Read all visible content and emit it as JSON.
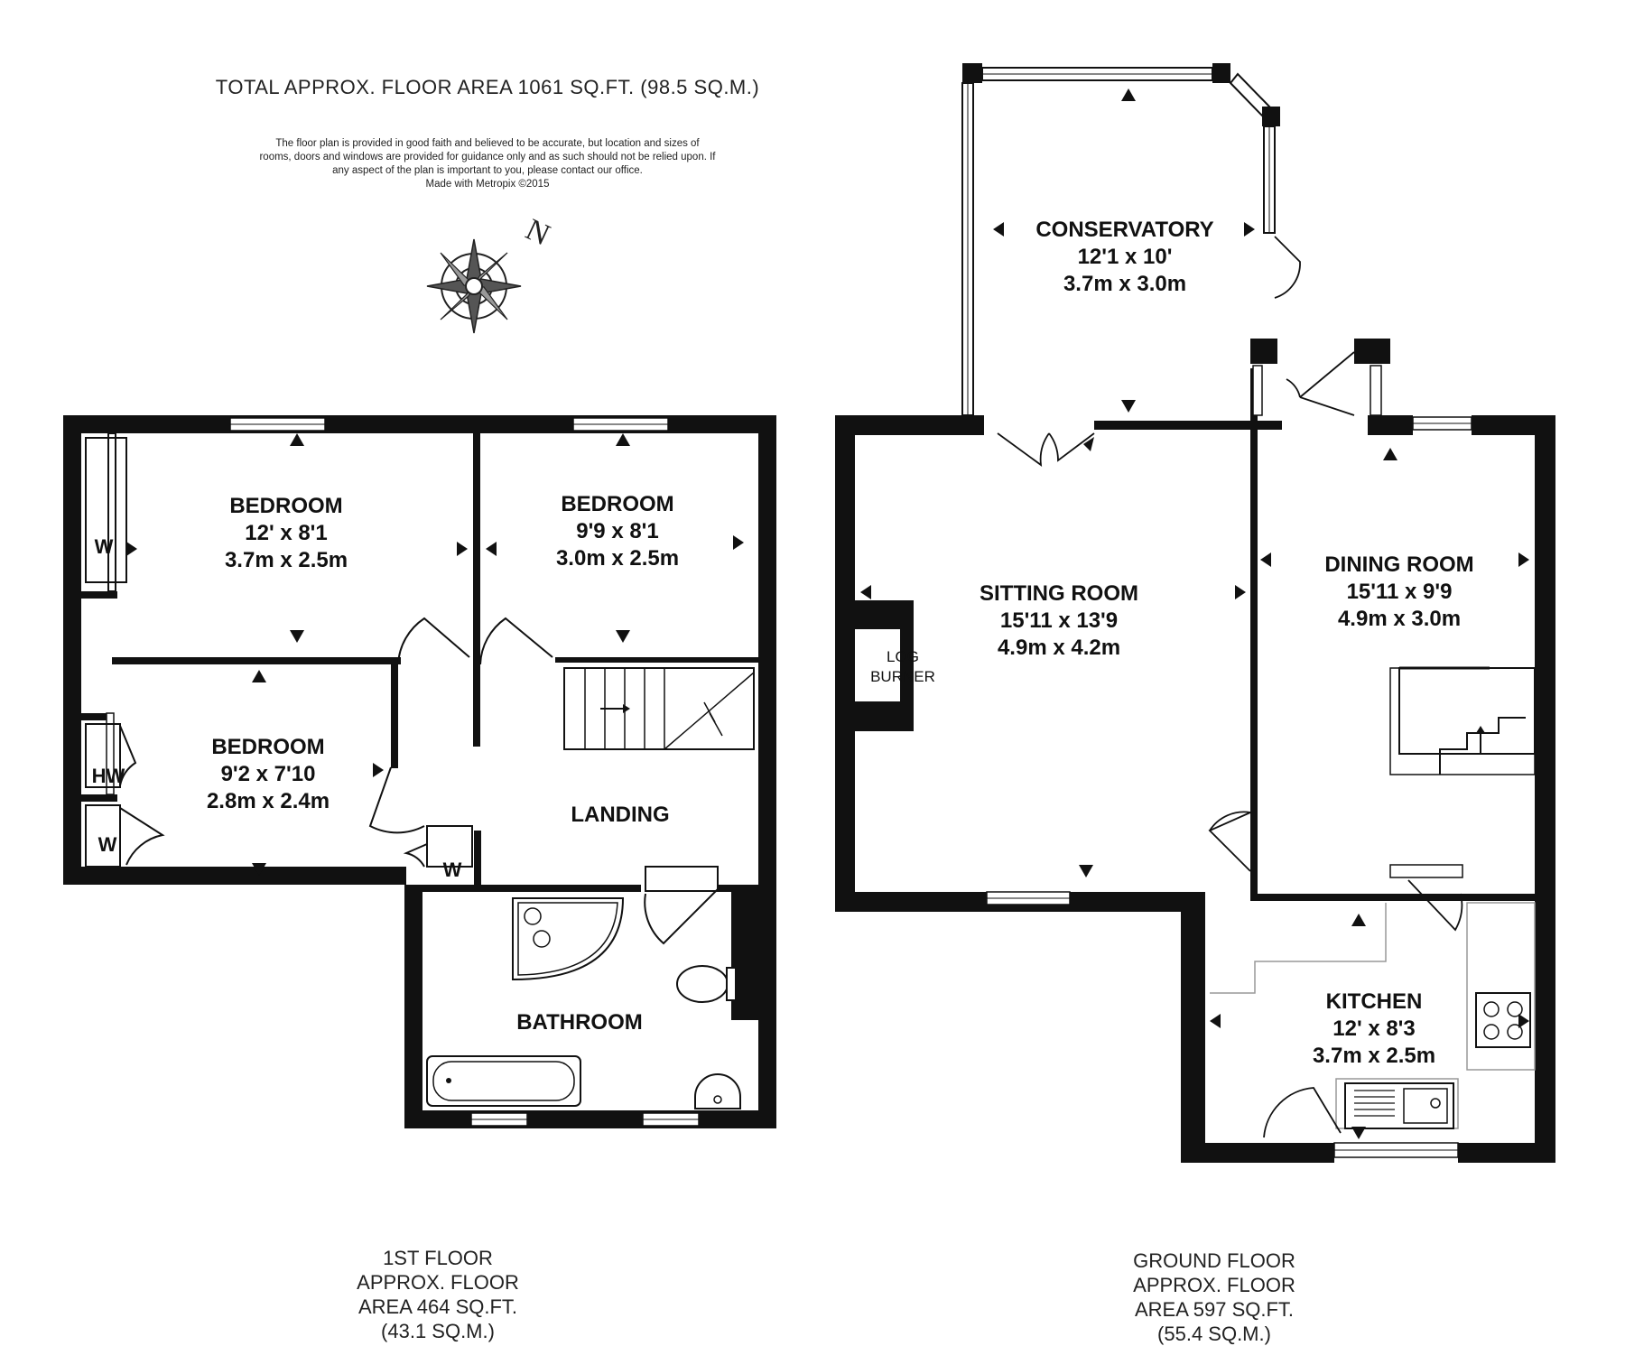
{
  "header": {
    "total_area": "TOTAL APPROX. FLOOR AREA 1061 SQ.FT. (98.5 SQ.M.)",
    "disclaimer": [
      "The floor plan is provided in good faith and believed to be accurate, but location and sizes of",
      "rooms, doors and windows are provided for guidance only and as such should not be relied upon. If",
      "any aspect of the plan is important to you, please contact our office.",
      "Made with Metropix ©2015"
    ],
    "compass_letter": "N"
  },
  "first_floor": {
    "rooms": {
      "bedroom1": {
        "name": "BEDROOM",
        "imperial": "12' x 8'1",
        "metric": "3.7m x 2.5m"
      },
      "bedroom2": {
        "name": "BEDROOM",
        "imperial": "9'9 x 8'1",
        "metric": "3.0m x 2.5m"
      },
      "bedroom3": {
        "name": "BEDROOM",
        "imperial": "9'2 x 7'10",
        "metric": "2.8m x 2.4m"
      },
      "landing": {
        "name": "LANDING"
      },
      "bathroom": {
        "name": "BATHROOM"
      }
    },
    "labels": {
      "w1": "W",
      "hw": "HW",
      "w2": "W",
      "w3": "W"
    },
    "area": [
      "1ST FLOOR",
      "APPROX. FLOOR",
      "AREA 464 SQ.FT.",
      "(43.1 SQ.M.)"
    ]
  },
  "ground_floor": {
    "rooms": {
      "conservatory": {
        "name": "CONSERVATORY",
        "imperial": "12'1 x 10'",
        "metric": "3.7m x 3.0m"
      },
      "sitting": {
        "name": "SITTING ROOM",
        "imperial": "15'11 x 13'9",
        "metric": "4.9m x 4.2m"
      },
      "dining": {
        "name": "DINING ROOM",
        "imperial": "15'11 x 9'9",
        "metric": "4.9m x 3.0m"
      },
      "kitchen": {
        "name": "KITCHEN",
        "imperial": "12' x 8'3",
        "metric": "3.7m x 2.5m"
      }
    },
    "labels": {
      "log": "LOG",
      "burner": "BURNER"
    },
    "area": [
      "GROUND FLOOR",
      "APPROX. FLOOR",
      "AREA 597 SQ.FT.",
      "(55.4 SQ.M.)"
    ]
  }
}
